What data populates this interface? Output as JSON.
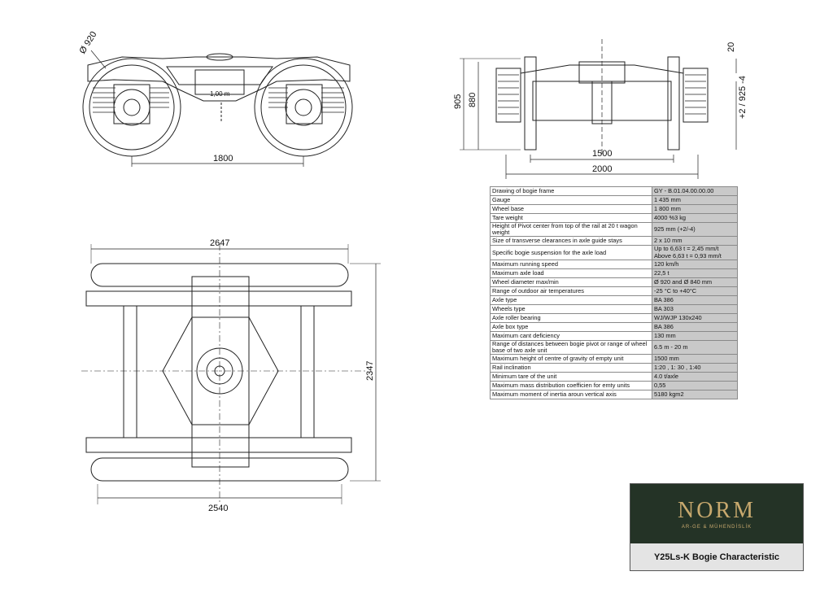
{
  "dimensions": {
    "wheel_diameter": "Ø 920",
    "side_wheelbase": "1800",
    "end_height": "905",
    "end_height_inner": "880",
    "end_top_gap": "20",
    "end_tolerance": "+2 / 925 -4",
    "end_gauge": "1500",
    "end_width": "2000",
    "plan_top_width": "2647",
    "plan_height": "2347",
    "plan_bottom_width": "2540",
    "frame_marking": "1,00 m"
  },
  "spec_table": [
    {
      "label": "Drawing of bogie frame",
      "value": "GY - B.01.04.00.00.00"
    },
    {
      "label": "Gauge",
      "value": "1 435 mm"
    },
    {
      "label": "Wheel base",
      "value": "1 800 mm"
    },
    {
      "label": "Tare weight",
      "value": "4000 %3 kg"
    },
    {
      "label": "Height of Pivot center from top of the rail at 20 t wagon weight",
      "value": "925 mm (+2/-4)"
    },
    {
      "label": "Size of transverse clearances in axle guide stays",
      "value": "2 x 10 mm"
    },
    {
      "label": "Specific bogie suspension for the axle load",
      "value": "Up to 6,63 t = 2,45 mm/t\nAbove 6,63 t = 0,93 mm/t"
    },
    {
      "label": "Maximum running speed",
      "value": "120 km/h"
    },
    {
      "label": "Maximum axle load",
      "value": "22,5 t"
    },
    {
      "label": "Wheel diameter max/min",
      "value": "Ø 920 and Ø 840 mm"
    },
    {
      "label": "Range of outdoor air temperatures",
      "value": "-25 °C to +40°C"
    },
    {
      "label": "Axle type",
      "value": "BA 386"
    },
    {
      "label": "Wheels type",
      "value": "BA 303"
    },
    {
      "label": "Axle roller bearing",
      "value": "WJ/WJP 130x240"
    },
    {
      "label": "Axle box type",
      "value": "BA 386"
    },
    {
      "label": "Maximum cant deficiency",
      "value": "130 mm"
    },
    {
      "label": "Range of distances between bogie pivot or range of wheel base of two axle unit",
      "value": "6.5 m - 20 m"
    },
    {
      "label": "Maximum height of centre of gravity of empty unit",
      "value": "1500 mm"
    },
    {
      "label": "Rail inclination",
      "value": "1:20 , 1: 30 , 1:40"
    },
    {
      "label": "Minimum tare of the unit",
      "value": "4.0 t/axle"
    },
    {
      "label": "Maximum mass distribution coefficien for emty units",
      "value": "0,55"
    },
    {
      "label": "Maximum moment of inertia aroun vertical axis",
      "value": "5180 kgm2"
    }
  ],
  "brand": {
    "name": "NORM",
    "subtitle": "AR-GE & MÜHENDİSLİK",
    "caption": "Y25Ls-K Bogie Characteristic"
  },
  "colors": {
    "brand_background": "#243326",
    "brand_gold": "#c8a96e",
    "table_value_cell": "#c9c9c9"
  }
}
